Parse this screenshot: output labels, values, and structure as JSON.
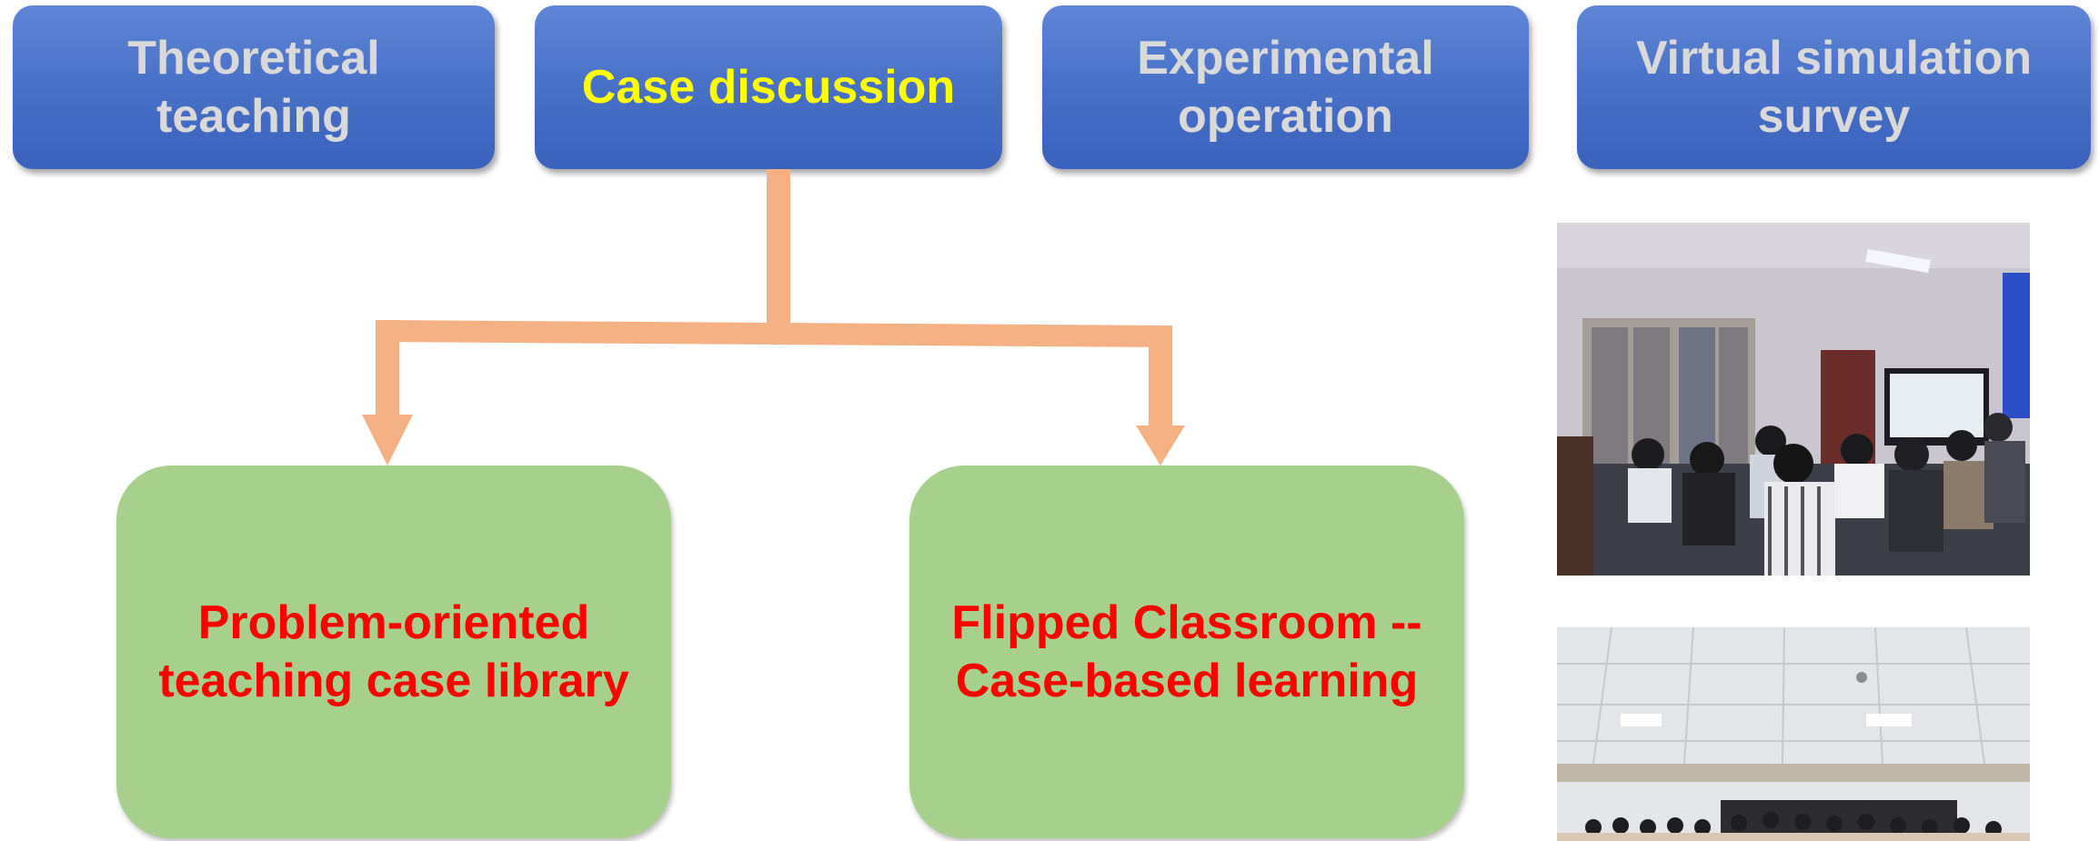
{
  "top_boxes": [
    {
      "label": "Theoretical\nteaching",
      "active": false
    },
    {
      "label": "Case discussion",
      "active": true
    },
    {
      "label": "Experimental\noperation",
      "active": false
    },
    {
      "label": "Virtual simulation\nsurvey",
      "active": false
    }
  ],
  "branches": [
    {
      "label": "Problem-oriented\nteaching case library"
    },
    {
      "label": "Flipped Classroom --\nCase-based learning"
    }
  ],
  "colors": {
    "box_blue": "#4a72c8",
    "top_text": "#d9d9d9",
    "active_text": "#ffff00",
    "green_box": "#a8d08d",
    "branch_text": "#ff0000",
    "connector": "#f4b183"
  }
}
